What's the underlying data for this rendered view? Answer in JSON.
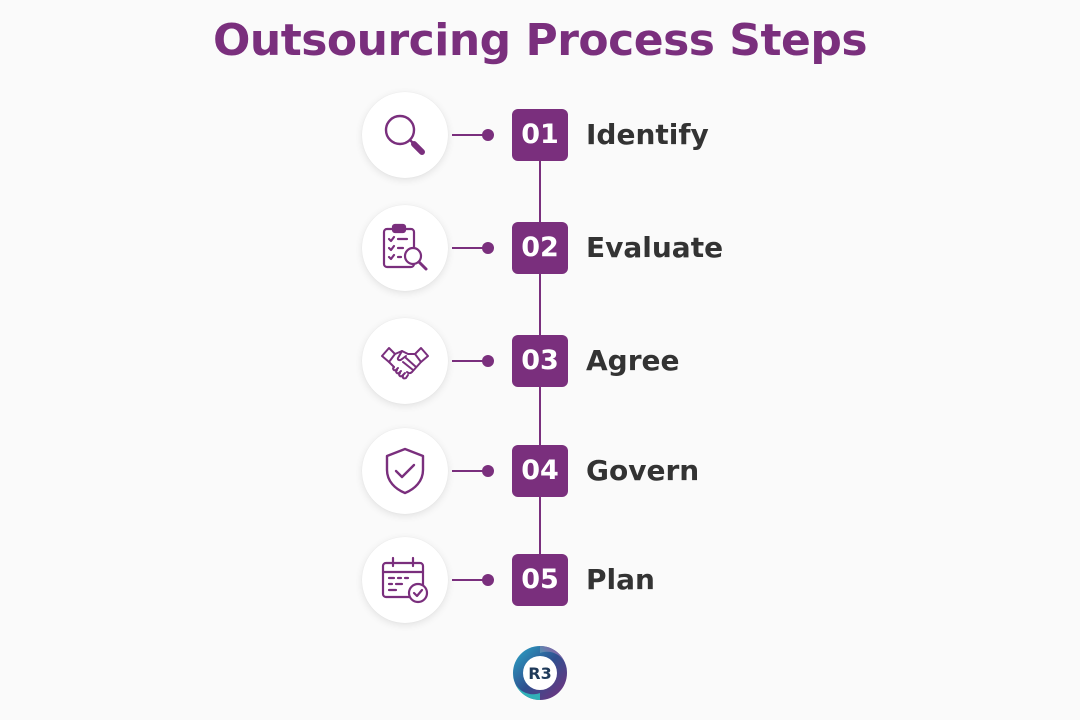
{
  "title": "Outsourcing Process Steps",
  "colors": {
    "accent": "#7a2f7d",
    "text": "#333333",
    "background": "#fafafa"
  },
  "steps": [
    {
      "number": "01",
      "label": "Identify",
      "icon": "magnifier-icon"
    },
    {
      "number": "02",
      "label": "Evaluate",
      "icon": "clipboard-search-icon"
    },
    {
      "number": "03",
      "label": "Agree",
      "icon": "handshake-icon"
    },
    {
      "number": "04",
      "label": "Govern",
      "icon": "shield-check-icon"
    },
    {
      "number": "05",
      "label": "Plan",
      "icon": "calendar-check-icon"
    }
  ],
  "logo": {
    "text": "R3",
    "icon": "r3-logo-icon"
  }
}
